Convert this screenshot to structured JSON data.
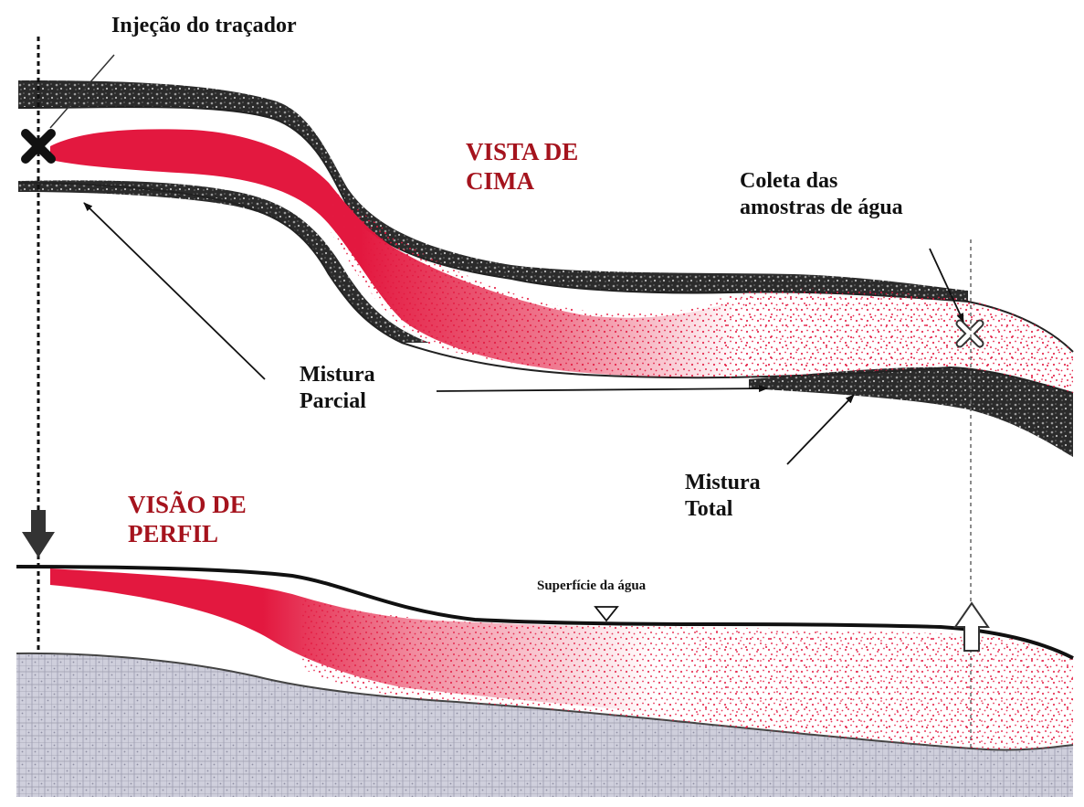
{
  "labels": {
    "injection": "Injeção do traçador",
    "top_view": [
      "VISTA DE",
      "CIMA"
    ],
    "sample_collection": [
      "Coleta das",
      "amostras de água"
    ],
    "partial_mixing": [
      "Mistura",
      "Parcial"
    ],
    "total_mixing": [
      "Mistura",
      "Total"
    ],
    "profile_view": [
      "VISÃO DE",
      "PERFIL"
    ],
    "water_surface": "Superfície da água"
  },
  "colors": {
    "tracer_red": "#e3183f",
    "tracer_dark": "#c8102e",
    "title_red": "#a5131d",
    "bank_dark": "#2a2a2a",
    "bed_grey": "#c9c9d8"
  }
}
